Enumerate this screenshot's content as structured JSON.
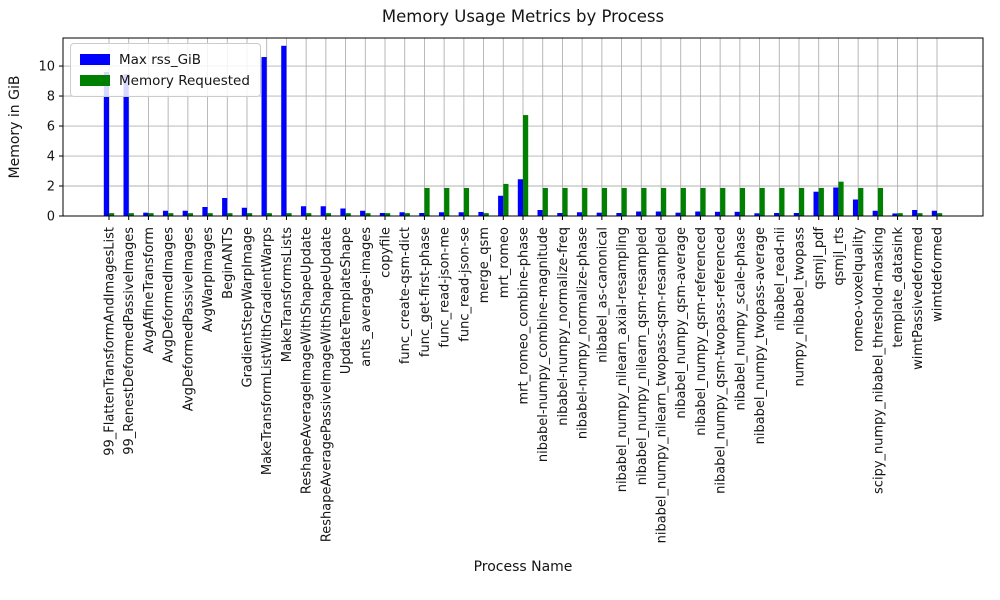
{
  "chart_data": {
    "type": "bar",
    "title": "Memory Usage Metrics by Process",
    "xlabel": "Process Name",
    "ylabel": "Memory in GiB",
    "grid": true,
    "legend_position": "upper left",
    "yticks": [
      0,
      2,
      4,
      6,
      8,
      10
    ],
    "ylim": [
      0,
      11.87
    ],
    "categories": [
      "99_FlattenTransformAndImagesList",
      "99_RenestDeformedPassiveImages",
      "AvgAffineTransform",
      "AvgDeformedImages",
      "AvgDeformedPassiveImages",
      "AvgWarpImages",
      "BeginANTS",
      "GradientStepWarpImage",
      "MakeTransformListWithGradientWarps",
      "MakeTransformsLists",
      "ReshapeAverageImageWithShapeUpdate",
      "ReshapeAveragePassiveImageWithShapeUpdate",
      "UpdateTemplateShape",
      "ants_average-images",
      "copyfile",
      "func_create-qsm-dict",
      "func_get-first-phase",
      "func_read-json-me",
      "func_read-json-se",
      "merge_qsm",
      "mrt_romeo",
      "mrt_romeo_combine-phase",
      "nibabel-numpy_combine-magnitude",
      "nibabel-numpy_normalize-freq",
      "nibabel-numpy_normalize-phase",
      "nibabel_as-canonical",
      "nibabel_numpy_nilearn_axial-resampling",
      "nibabel_numpy_nilearn_qsm-resampled",
      "nibabel_numpy_nilearn_twopass-qsm-resampled",
      "nibabel_numpy_qsm-average",
      "nibabel_numpy_qsm-referenced",
      "nibabel_numpy_qsm-twopass-referenced",
      "nibabel_numpy_scale-phase",
      "nibabel_numpy_twopass-average",
      "nibabel_read-nii",
      "numpy_nibabel_twopass",
      "qsmjl_pdf",
      "qsmjl_rts",
      "romeo-voxelquality",
      "scipy_numpy_nibabel_threshold-masking",
      "template_datasink",
      "wimtPassivedeformed",
      "wimtdeformed"
    ],
    "series": [
      {
        "name": "Max rss_GiB",
        "color": "#0000ff",
        "values": [
          9.6,
          9.45,
          0.22,
          0.35,
          0.35,
          0.6,
          1.2,
          0.55,
          10.6,
          11.35,
          0.65,
          0.65,
          0.5,
          0.35,
          0.2,
          0.25,
          0.2,
          0.25,
          0.25,
          0.27,
          1.35,
          2.45,
          0.4,
          0.2,
          0.25,
          0.22,
          0.2,
          0.3,
          0.3,
          0.22,
          0.3,
          0.28,
          0.28,
          0.18,
          0.2,
          0.2,
          1.62,
          1.9,
          1.1,
          0.35,
          0.17,
          0.4,
          0.35
        ]
      },
      {
        "name": "Memory Requested",
        "color": "#008000",
        "values": [
          0.19,
          0.19,
          0.19,
          0.19,
          0.19,
          0.19,
          0.19,
          0.19,
          0.19,
          0.19,
          0.19,
          0.19,
          0.19,
          0.19,
          0.19,
          0.19,
          1.87,
          1.87,
          1.87,
          0.19,
          2.14,
          6.73,
          1.87,
          1.87,
          1.87,
          1.87,
          1.87,
          1.87,
          1.87,
          1.87,
          1.87,
          1.87,
          1.87,
          1.87,
          1.87,
          1.87,
          1.87,
          2.29,
          1.87,
          1.87,
          0.19,
          0.19,
          0.19
        ]
      }
    ]
  }
}
